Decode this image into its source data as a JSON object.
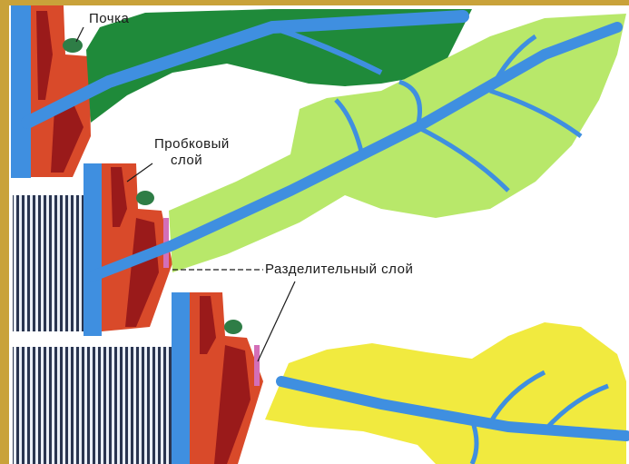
{
  "labels": {
    "bud": "Почка",
    "cork_line1": "Пробковый",
    "cork_line2": "слой",
    "separation": "Разделительный слой"
  },
  "colors": {
    "background_frame": "#c9a23a",
    "panel": "#ffffff",
    "leaf_dark_green": "#1f8a3a",
    "leaf_light_green": "#b8e86a",
    "leaf_yellow": "#f1ea3f",
    "vein_blue": "#3f8fe0",
    "stem_red": "#d94a2a",
    "bark_dark_red": "#9a1a1a",
    "cork_pink": "#d36fb8",
    "wood_stripes": "#2a3550",
    "bud_green": "#2e7d46"
  }
}
